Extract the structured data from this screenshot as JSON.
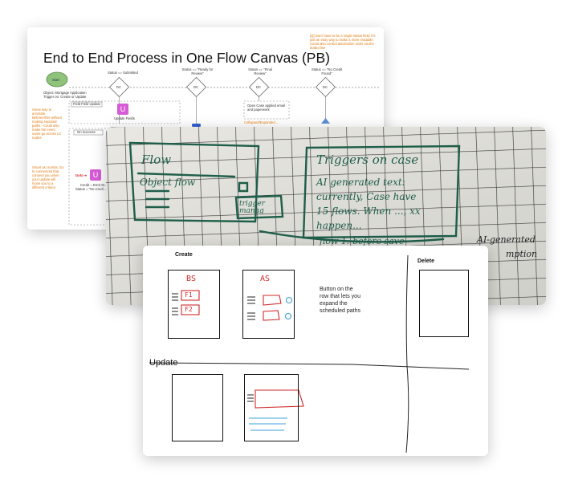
{
  "canvas": {
    "title": "End to End Process in One Flow Canvas (PB)",
    "start_label": "Start",
    "object_text": "Object: Mortgage Application",
    "trigger_text": "Trigger on: Create or Update",
    "status_labels": [
      "Status == Submitted",
      "Status == \"Ready for Review\"",
      "Status == \"Final Review\"",
      "Status == \"No Credit Found\""
    ],
    "dc_label": "DC",
    "field_update_label": "Field Field Update",
    "update_fields_label": "Update Fields",
    "on_success_label": "On Success",
    "goto_label": "Goto ➔",
    "credit_line1": "Credit = Error M...",
    "credit_line2": "Status = \"No Credi...",
    "open_case_text": "Open Case applied email and paperwork",
    "orange_note_top": "[G] ...",
    "orange_note_left": "Some way to annotate. Before/After without making separate paths - Could also make the event name go across LC nodes",
    "orange_note_left2": "Smart as crumbs. Go to connectors that connect you when your update will move you to a different criteria",
    "orange_note_mid": "Collapsed/Expanded ...",
    "orange_note_right": "[Q] Don't have to be a single status field. It's just an easy way to make a more readable. Could also control automation order via the dotted line"
  },
  "photo": {
    "flow_label": "Flow",
    "object_flow_label": "Object flow",
    "trigger_label": "trigger manag",
    "triggers_heading": "Triggers on case",
    "note_line1": "AI generated text:",
    "note_line2": "currently, Case have",
    "note_line3": "15 flows. When ..., xx",
    "note_line4": "happen...",
    "flow_line": "flow 1: before save",
    "side_line1": "AI-generated",
    "side_line2": "mption"
  },
  "sketch": {
    "create_label": "Create",
    "delete_label": "Delete",
    "update_label": "Update",
    "bs_label": "BS",
    "as_label": "AS",
    "f1_label": "F1",
    "f2_label": "F2",
    "button_note": "Button on the row that lets you expand the scheduled paths"
  },
  "colors": {
    "orange": "#e07a10",
    "purple": "#d65bd6",
    "green_start": "#8fc27a",
    "marker_green": "#1f5e4a",
    "red": "#d02a2a",
    "blue": "#3aa0d8",
    "grid_line": "#3a3a3a"
  }
}
